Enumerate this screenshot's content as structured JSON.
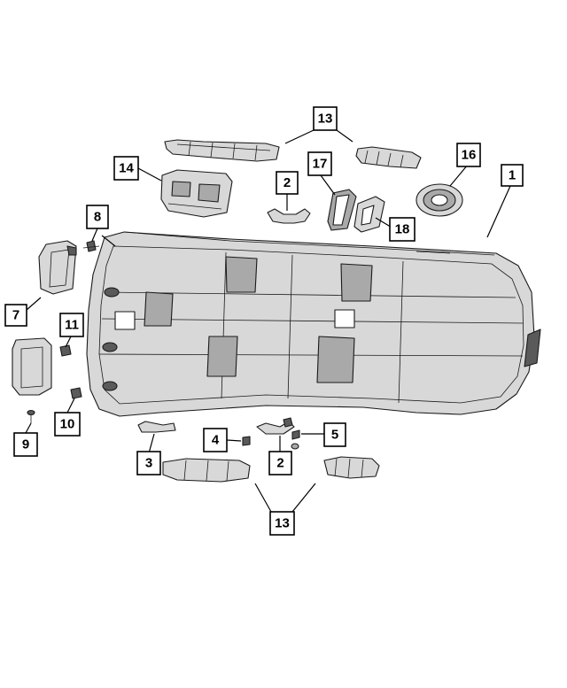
{
  "diagram": {
    "callouts": [
      {
        "id": "c1",
        "label": "1"
      },
      {
        "id": "c2a",
        "label": "2"
      },
      {
        "id": "c2b",
        "label": "2"
      },
      {
        "id": "c3",
        "label": "3"
      },
      {
        "id": "c4",
        "label": "4"
      },
      {
        "id": "c5",
        "label": "5"
      },
      {
        "id": "c7",
        "label": "7"
      },
      {
        "id": "c8",
        "label": "8"
      },
      {
        "id": "c9",
        "label": "9"
      },
      {
        "id": "c10",
        "label": "10"
      },
      {
        "id": "c11",
        "label": "11"
      },
      {
        "id": "c13a",
        "label": "13"
      },
      {
        "id": "c13b",
        "label": "13"
      },
      {
        "id": "c14",
        "label": "14"
      },
      {
        "id": "c16",
        "label": "16"
      },
      {
        "id": "c17",
        "label": "17"
      },
      {
        "id": "c18",
        "label": "18"
      }
    ]
  },
  "colors": {
    "line": "#1a1a1a",
    "headliner_fill": "#d6d6d6",
    "part_dark": "#5a5a5a"
  }
}
